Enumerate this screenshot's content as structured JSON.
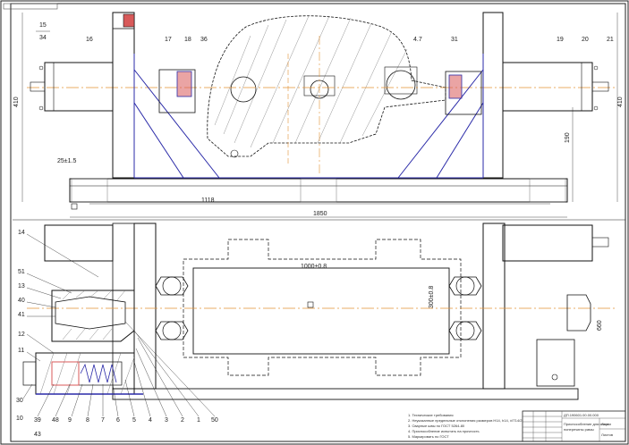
{
  "drawing": {
    "view_labels_top": [
      "15",
      "34",
      "16",
      "17",
      "18",
      "36",
      "4.7",
      "31",
      "19",
      "20",
      "21"
    ],
    "view_labels_left": [
      "14",
      "51",
      "13",
      "40",
      "41",
      "12",
      "11",
      "30",
      "39",
      "48",
      "43",
      "10",
      "9",
      "8",
      "7",
      "6",
      "5",
      "4",
      "3",
      "2",
      "1",
      "50"
    ],
    "dimensions": {
      "top_height_left": "410",
      "top_height_right": "190",
      "top_height_right2": "410",
      "top_span_inner": "1118",
      "top_span_overall": "1850",
      "top_pos": "25±1.5",
      "bottom_inner": "1000±0.8",
      "bottom_side": "300±0.8",
      "bottom_right": "660"
    },
    "notes": [
      "1. Технические требования",
      "2. Неуказанные предельные отклонения размеров H14, h14, ±IT14/2",
      "3. Сварные швы по ГОСТ 5264-80",
      "4. Приспособление испытать на прочность",
      "5. Маркировать по ГОСТ"
    ],
    "title_block": {
      "doc": "ДП.190601.00.00.000",
      "name_line1": "Приспособление для сварки",
      "name_line2": "поперечины рамы",
      "sheet": "Лист",
      "sheets": "Листов"
    }
  }
}
